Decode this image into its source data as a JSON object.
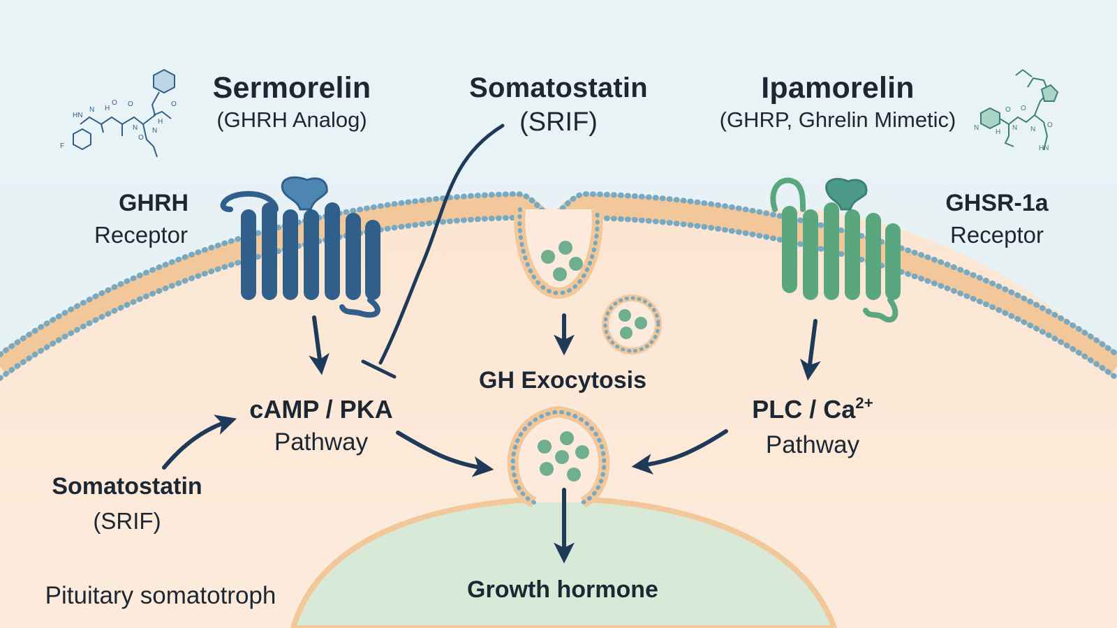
{
  "drugs": {
    "sermorelin": {
      "name": "Sermorelin",
      "subtitle": "(GHRH Analog)"
    },
    "somatostatin_top": {
      "name": "Somatostatin",
      "subtitle": "(SRIF)"
    },
    "ipamorelin": {
      "name": "Ipamorelin",
      "subtitle": "(GHRP, Ghrelin Mimetic)"
    }
  },
  "receptors": {
    "ghrh": {
      "name": "GHRH",
      "label": "Receptor",
      "color": "#2f5f8a"
    },
    "ghsr": {
      "name": "GHSR-1a",
      "label": "Receptor",
      "color": "#5aa77f"
    }
  },
  "pathways": {
    "camp": {
      "name": "cAMP / PKA",
      "label": "Pathway"
    },
    "plc": {
      "name_prefix": "PLC / Ca",
      "name_sup": "2+",
      "label": "Pathway"
    }
  },
  "process": {
    "exocytosis": "GH Exocytosis",
    "product": "Growth hormone"
  },
  "somatostatin_side": {
    "name": "Somatostatin",
    "subtitle": "(SRIF)"
  },
  "cell_label": "Pituitary somatotroph",
  "molecule_atoms": {
    "left": [
      "HN",
      "N",
      "H",
      "O",
      "O",
      "N",
      "O",
      "N",
      "H",
      "O",
      "F"
    ],
    "right": [
      "N",
      "O",
      "H",
      "N",
      "N",
      "O",
      "O",
      "HN"
    ]
  },
  "colors": {
    "arrow": "#1e3a58",
    "membrane_head": "#6fa3bd",
    "membrane_core": "#f2c79a",
    "granule": "#6fae8e",
    "nucleus": "#d8ead7"
  }
}
